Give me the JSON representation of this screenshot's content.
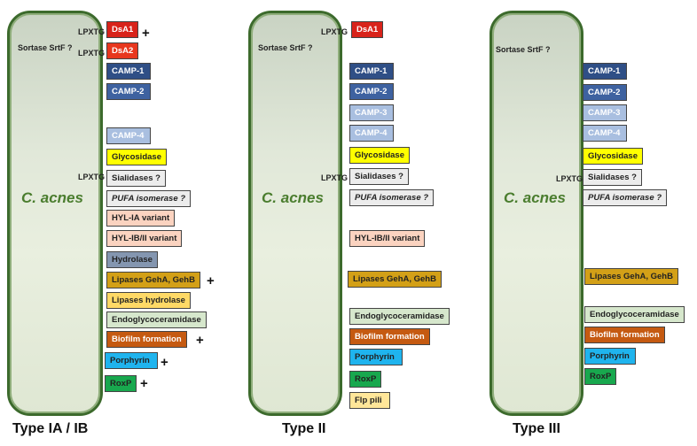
{
  "panels": {
    "p1": {
      "title": "Type IA / IB",
      "species": "C. acnes",
      "sortase": "Sortase SrtF ?",
      "lpxtg": "LPXTG",
      "items": {
        "dsa1": "DsA1",
        "dsa2": "DsA2",
        "camp1": "CAMP-1",
        "camp2": "CAMP-2",
        "camp4": "CAMP-4",
        "glycosidase": "Glycosidase",
        "sialidases": "Sialidases ?",
        "pufa": "PUFA isomerase ?",
        "hylia": "HYL-IA variant",
        "hylib": "HYL-IB/II variant",
        "hydrolase": "Hydrolase",
        "lipases": "Lipases GehA, GehB",
        "lipases_h": "Lipases hydrolase",
        "endo": "Endoglycoceramidase",
        "biofilm": "Biofilm formation",
        "porphyrin": "Porphyrin",
        "roxp": "RoxP"
      },
      "plus": "+"
    },
    "p2": {
      "title": "Type II",
      "species": "C. acnes",
      "sortase": "Sortase SrtF ?",
      "lpxtg": "LPXTG",
      "items": {
        "dsa1": "DsA1",
        "camp1": "CAMP-1",
        "camp2": "CAMP-2",
        "camp3": "CAMP-3",
        "camp4": "CAMP-4",
        "glycosidase": "Glycosidase",
        "sialidases": "Sialidases ?",
        "pufa": "PUFA isomerase ?",
        "hylib": "HYL-IB/II variant",
        "lipases": "Lipases GehA, GehB",
        "endo": "Endoglycoceramidase",
        "biofilm": "Biofilm formation",
        "porphyrin": "Porphyrin",
        "roxp": "RoxP",
        "flp": "Flp pili"
      }
    },
    "p3": {
      "title": "Type III",
      "species": "C. acnes",
      "sortase": "Sortase SrtF ?",
      "lpxtg": "LPXTG",
      "items": {
        "camp1": "CAMP-1",
        "camp2": "CAMP-2",
        "camp3": "CAMP-3",
        "camp4": "CAMP-4",
        "glycosidase": "Glycosidase",
        "sialidases": "Sialidases ?",
        "pufa": "PUFA isomerase ?",
        "lipases": "Lipases GehA, GehB",
        "endo": "Endoglycoceramidase",
        "biofilm": "Biofilm formation",
        "porphyrin": "Porphyrin",
        "roxp": "RoxP"
      }
    }
  },
  "colors": {
    "cell_border": "#3c6a2c",
    "dsa": "#d8231a",
    "camp_dark": "#2f4f86",
    "camp_light": "#a9bfe0",
    "glycosidase": "#ffff00",
    "neutral": "#ececec",
    "hyl": "#fbd3c0",
    "hydrolase": "#8496b0",
    "lipases": "#d3a017",
    "lipases_h": "#ffd966",
    "endo": "#d6e7cc",
    "biofilm": "#c55a11",
    "porphyrin": "#1fb4ee",
    "roxp": "#18a84e",
    "flp": "#ffe699"
  }
}
